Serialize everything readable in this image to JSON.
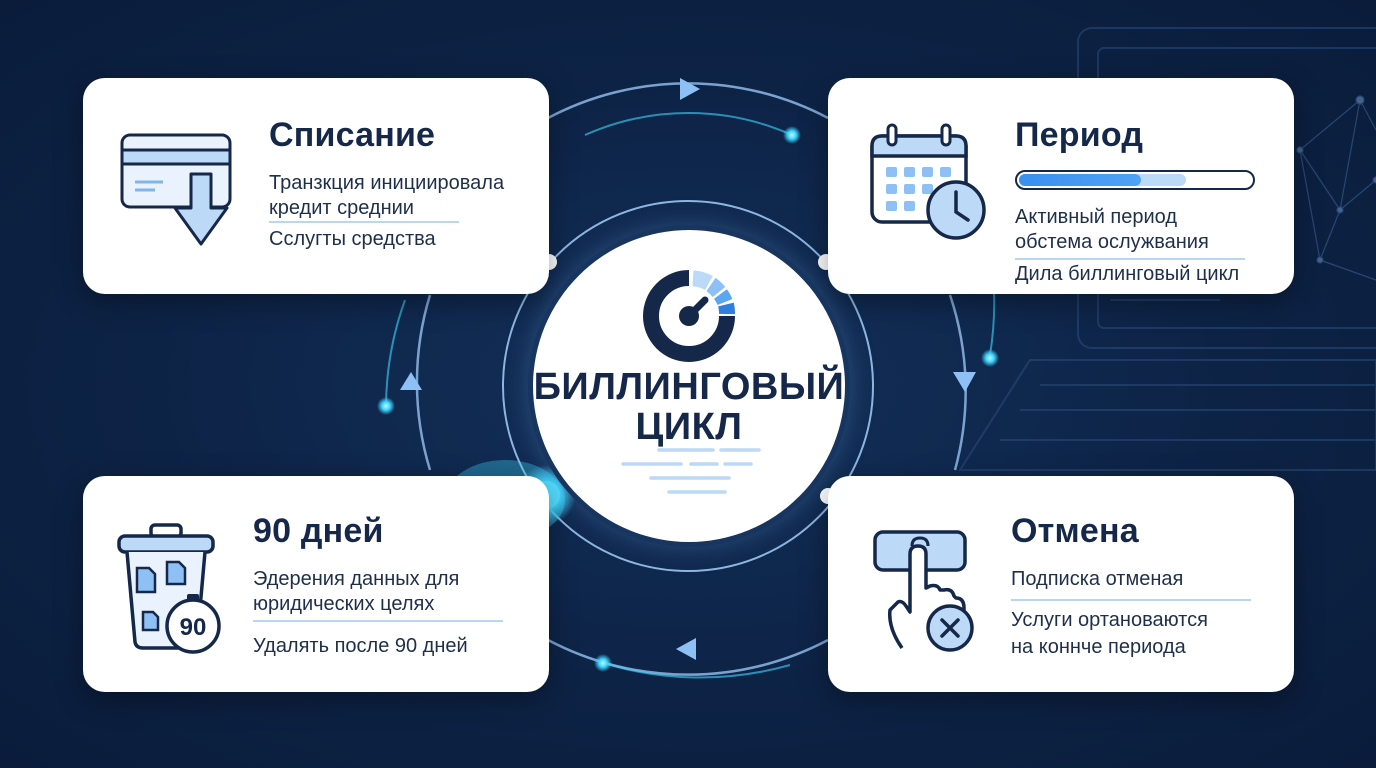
{
  "hub": {
    "title_line1": "БИЛЛИНГОВЫЙ",
    "title_line2": "ЦИКЛ"
  },
  "cards": {
    "charge": {
      "title": "Списание",
      "line1": "Транзкция инициировала",
      "line2": "кредит среднии",
      "line3": "Сслугты средства",
      "icon": "card-download-icon"
    },
    "period": {
      "title": "Период",
      "progress": 0.72,
      "line1": "Активный период",
      "line2": "обстема ослужвания",
      "line3": "Дила биллинговый цикл",
      "icon": "calendar-clock-icon"
    },
    "retention": {
      "title": "90 дней",
      "line1": "Эдерения данных для",
      "line2": "юридических целях",
      "line3": "Удалять после 90 дней",
      "icon": "trash-timer-icon",
      "timer_label": "90"
    },
    "cancel": {
      "title": "Отмена",
      "line1": "Подписка отменая",
      "line2": "Услуги ортановаются",
      "line3": "на коннче периода",
      "icon": "hand-cancel-icon"
    }
  },
  "colors": {
    "background": "#0d2346",
    "card": "#ffffff",
    "text_dark": "#15284a",
    "accent_blue": "#3a8ff0",
    "accent_light": "#bcd9f7",
    "glow_cyan": "#3fd6ff"
  }
}
